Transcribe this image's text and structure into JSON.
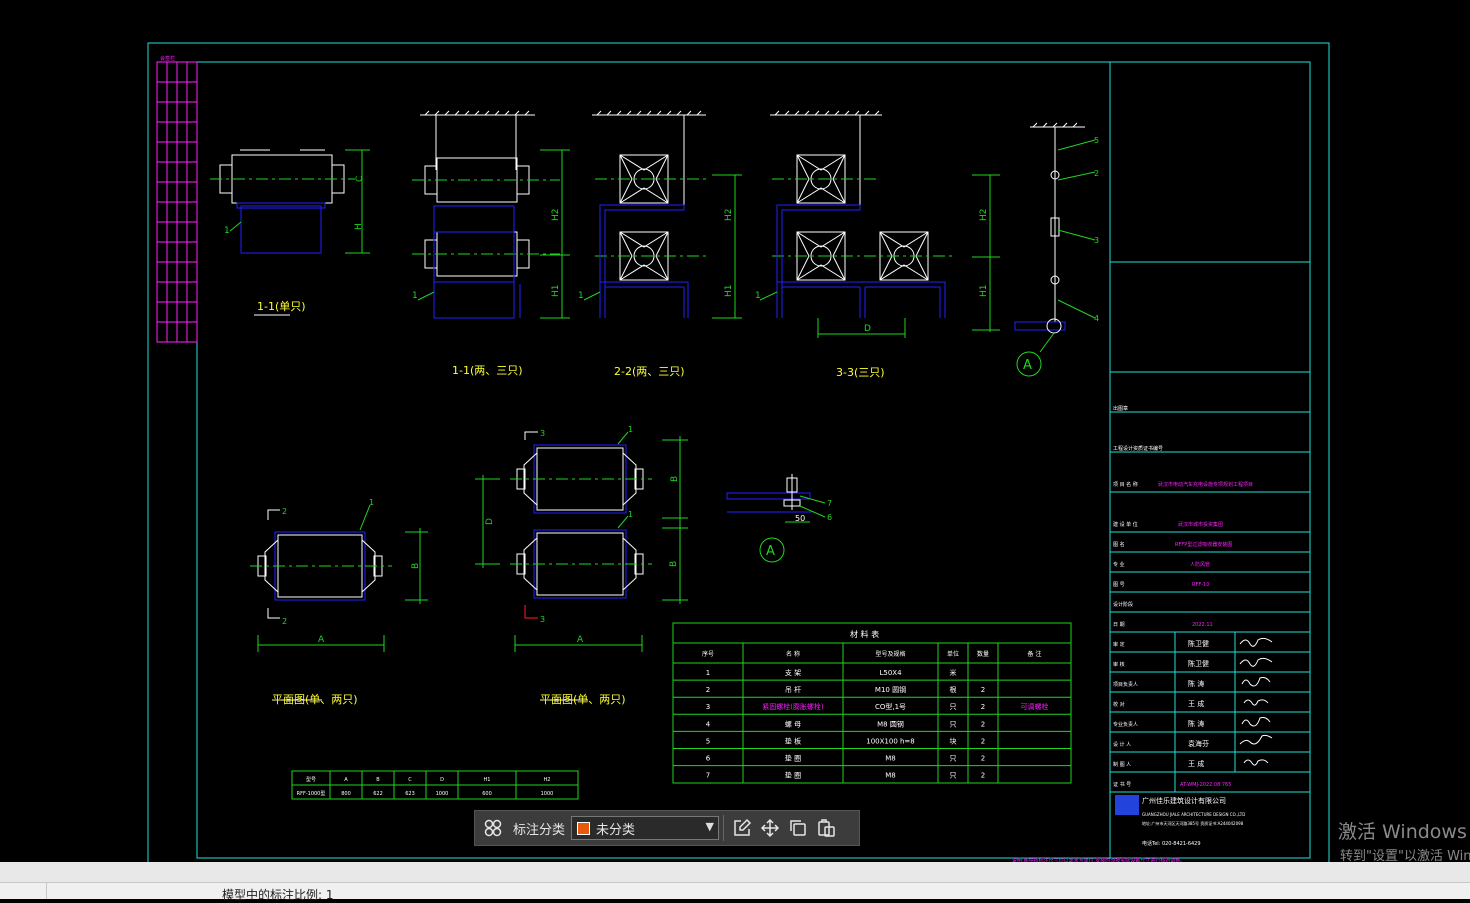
{
  "drawing": {
    "views": {
      "view_1_1_single": "1-1(单只)",
      "view_1_1_double": "1-1(两、三只)",
      "view_2_2": "2-2(两、三只)",
      "view_3_3": "3-3(三只)",
      "plan_single": "平面图(单、两只)",
      "plan_double": "平面图(单、两只)",
      "detail_a": "A"
    },
    "dims": {
      "c": "C",
      "h": "H",
      "h1": "H1",
      "h2": "H2",
      "a": "A",
      "b": "B",
      "d": "D",
      "d_small": "D",
      "fifty": "50"
    },
    "callouts": {
      "n1": "1",
      "n2": "2",
      "n3": "3",
      "n4": "4",
      "n5": "5",
      "n6": "6",
      "n7": "7"
    },
    "parts_table": {
      "title": "材 料 表",
      "headers": [
        "序号",
        "名 称",
        "型号及规格",
        "单位",
        "数量",
        "备 注"
      ],
      "rows": [
        [
          "1",
          "支 架",
          "L50X4",
          "米",
          "",
          ""
        ],
        [
          "2",
          "吊 杆",
          "M10 圆钢",
          "根",
          "2",
          ""
        ],
        [
          "3",
          "紧固螺栓(膨胀螺栓)",
          "CO型,1号",
          "只",
          "2",
          "可调螺栓"
        ],
        [
          "4",
          "螺 母",
          "M8 圆钢",
          "只",
          "2",
          ""
        ],
        [
          "5",
          "垫 板",
          "100X100 h=8",
          "块",
          "2",
          ""
        ],
        [
          "6",
          "垫 圈",
          "M8",
          "只",
          "2",
          ""
        ],
        [
          "7",
          "垫 圈",
          "M8",
          "只",
          "2",
          ""
        ]
      ]
    },
    "dim_table": {
      "headers": [
        "型号",
        "A",
        "B",
        "C",
        "D",
        "H1",
        "H2"
      ],
      "rows": [
        [
          "RFF-1000型",
          "800",
          "622",
          "623",
          "1000",
          "600",
          "1000"
        ]
      ]
    },
    "title_block": {
      "design_unit": "工程设计资质证书编号",
      "project_label": "项 目 名 称",
      "project": "武汉市电动汽车充电设施专项规划工程项目",
      "client_label": "建 设 单 位",
      "client": "武汉市城市投资集团",
      "drawing_name_label": "图 名",
      "drawing_name": "RFFP型过滤吸收器安装图",
      "spec_label": "专 业",
      "spec": "人防风管",
      "number_label": "图 号",
      "number": "RFF-10",
      "stage_label": "设计阶段",
      "date_label": "日 期",
      "date": "2022.11",
      "approve_label": "审 定",
      "approve": "陈卫健",
      "review_label": "审 核",
      "review": "陈卫健",
      "lead_label": "项目负责人",
      "lead": "陈 涛",
      "check_label": "校 对",
      "check": "王 成",
      "prof_lead_label": "专业负责人",
      "prof_lead": "陈 涛",
      "design_label": "设 计 人",
      "designer": "袁海芬",
      "draw_label": "制 图 人",
      "drafter": "王 成",
      "cert_label": "证 书 号",
      "cert": "AT-WMJ-2022.08.765",
      "company": "广州佳乐建筑设计有限公司",
      "company_en": "GUANGZHOU JIALE ARCHITECTURE DESIGN CO.,LTD",
      "company_addr": "地址:广州市天河区天河路385号 资质证书:A244042098",
      "company_tel": "电话Tel: 020-8421-6429",
      "seal_label": "出图章"
    },
    "side_strip_label": "会签栏",
    "bottom_note": "说明:图中所标注尺寸均以毫米为单位,安装时须按实际设备尺寸进行核对调整。"
  },
  "toolbar": {
    "category_label": "标注分类",
    "category_value": "未分类",
    "icons": [
      "grid-icon",
      "edit-icon",
      "move-icon",
      "copy-icon",
      "paste-icon"
    ]
  },
  "watermark": {
    "line1": "激活 Windows",
    "line2": "转到\"设置\"以激活 Windows。"
  },
  "status": {
    "scale_text": "模型中的标注比例: 1"
  },
  "colors": {
    "frame": "#1fe0d8",
    "blue": "#2020ff",
    "green": "#21d521",
    "magenta": "#ff1fff",
    "white": "#ffffff"
  }
}
